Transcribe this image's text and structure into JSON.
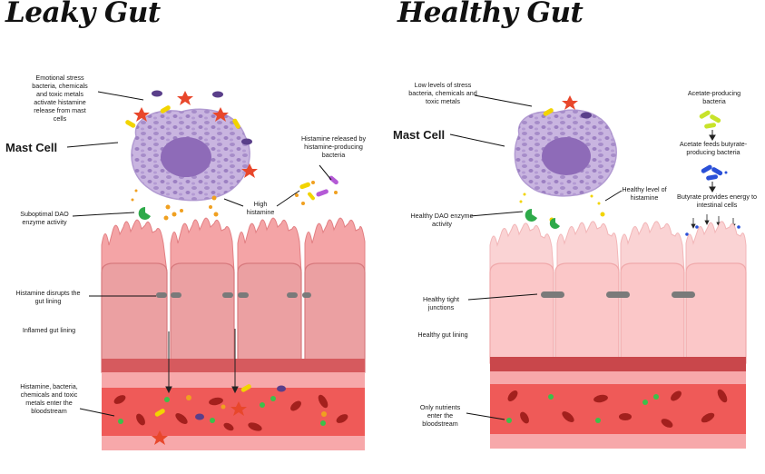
{
  "leaky": {
    "title": "Leaky Gut",
    "stress_label": "Emotional stress bacteria, chemicals and toxic metals activate histamine release from mast cells",
    "mast_cell_label": "Mast Cell",
    "bacteria_label": "Histamine released by histamine-producing bacteria",
    "high_histamine_label": "High histamine",
    "dao_label": "Suboptimal DAO enzyme activity",
    "disrupt_label": "Histamine disrupts the gut lining",
    "inflamed_label": "Inflamed gut lining",
    "blood_label": "Histamine, bacteria, chemicals and toxic metals enter the bloodstream"
  },
  "healthy": {
    "title": "Healthy Gut",
    "stress_label": "Low levels of stress bacteria, chemicals and toxic metals",
    "mast_cell_label": "Mast Cell",
    "histamine_label": "Healthy level of histamine",
    "dao_label": "Healthy DAO enzyme activity",
    "acetate_label": "Acetate-producing bacteria",
    "feeds_label": "Acetate feeds butyrate-producing bacteria",
    "butyrate_label": "Butyrate provides energy to intestinal cells",
    "junction_label": "Healthy tight junctions",
    "lining_label": "Healthy gut lining",
    "nutrients_label": "Only nutrients enter the bloodstream"
  },
  "colors": {
    "villi_inflamed": "#f0a0a2",
    "villi_healthy": "#f8c9ca",
    "blood": "#ef5350",
    "mast_cell": "#c4b0dd",
    "nucleus": "#8e6bb8"
  }
}
